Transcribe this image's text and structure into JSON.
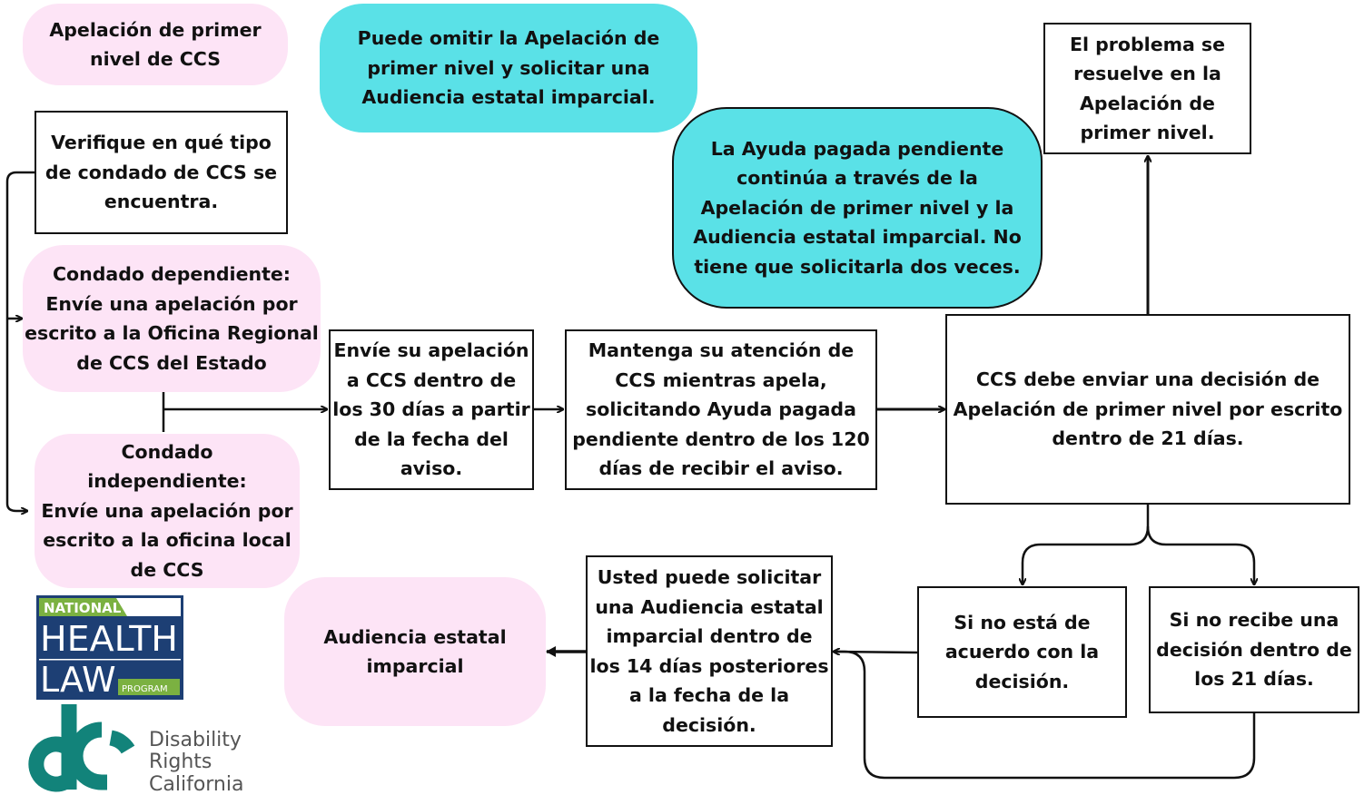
{
  "nodes": {
    "first_level_title": [
      "Apelación de primer",
      "nivel de CCS"
    ],
    "skip_first_level": [
      "Puede omitir la Apelación de",
      "primer nivel y solicitar una",
      "Audiencia estatal imparcial."
    ],
    "check_county": [
      "Verifique en qué tipo",
      "de condado de CCS se",
      "encuentra."
    ],
    "dependent_county": [
      "Condado dependiente:",
      "Envíe una apelación por",
      "escrito a la Oficina Regional",
      "de CCS del Estado"
    ],
    "independent_county": [
      "Condado",
      "independiente:",
      "Envíe una apelación por",
      "escrito a la oficina local",
      "de CCS"
    ],
    "send_appeal": [
      "Envíe su apelación",
      "a CCS dentro de",
      "los 30 días a partir",
      "de la fecha del",
      "aviso."
    ],
    "keep_care": [
      "Mantenga su atención de",
      "CCS mientras apela,",
      "solicitando Ayuda pagada",
      "pendiente dentro de los 120",
      "días de recibir el aviso."
    ],
    "aid_paid_pending": [
      "La Ayuda pagada pendiente",
      "continúa a través de la",
      "Apelación de primer nivel y la",
      "Audiencia estatal imparcial. No",
      "tiene que solicitarla dos veces."
    ],
    "problem_resolved": [
      "El problema se",
      "resuelve en la",
      "Apelación de",
      "primer nivel."
    ],
    "ccs_decision": [
      "CCS debe enviar una decisión de",
      "Apelación de primer nivel por escrito",
      "dentro de 21 días."
    ],
    "disagree": [
      "Si no está de",
      "acuerdo con la",
      "decisión."
    ],
    "no_decision": [
      "Si no recibe una",
      "decisión dentro de",
      "los 21 días."
    ],
    "request_hearing": [
      "Usted puede solicitar",
      "una Audiencia estatal",
      "imparcial dentro de",
      "los 14 días posteriores",
      "a la fecha de la",
      "decisión."
    ],
    "state_hearing": [
      "Audiencia estatal",
      "imparcial"
    ]
  },
  "logos": {
    "nhlp": {
      "national": "NATIONAL",
      "health": "HEALTH",
      "law": "LAW",
      "program": "PROGRAM"
    },
    "drc": [
      "Disability",
      "Rights",
      "California"
    ]
  },
  "colors": {
    "pink": "#fde4f6",
    "cyan": "#5ae1e7",
    "nhlp_blue": "#1d3f74",
    "nhlp_green": "#7bb141",
    "drc_teal": "#12837a"
  }
}
